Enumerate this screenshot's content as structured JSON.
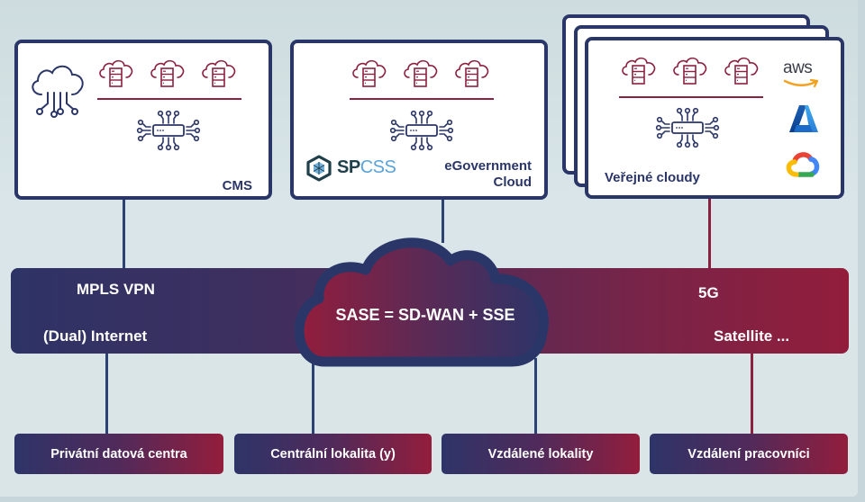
{
  "panels": {
    "cms": {
      "label": "CMS"
    },
    "egov": {
      "label_line1": "eGovernment",
      "label_line2": "Cloud",
      "logo_text_a": "SP",
      "logo_text_b": "CSS"
    },
    "public": {
      "label": "Veřejné cloudy",
      "providers": [
        "aws",
        "azure",
        "google-cloud"
      ],
      "aws_text": "aws"
    }
  },
  "network": {
    "mpls": "MPLS VPN",
    "internet": "(Dual) Internet",
    "sase": "SASE = SD-WAN + SSE",
    "fiveg": "5G",
    "satellite": "Satellite ..."
  },
  "destinations": [
    {
      "label": "Privátní datová centra"
    },
    {
      "label": "Centrální lokalita (y)"
    },
    {
      "label": "Vzdálené lokality"
    },
    {
      "label": "Vzdálení pracovníci"
    }
  ],
  "colors": {
    "navy": "#2b3668",
    "crimson": "#921d3b",
    "background": "#dae5e8"
  }
}
